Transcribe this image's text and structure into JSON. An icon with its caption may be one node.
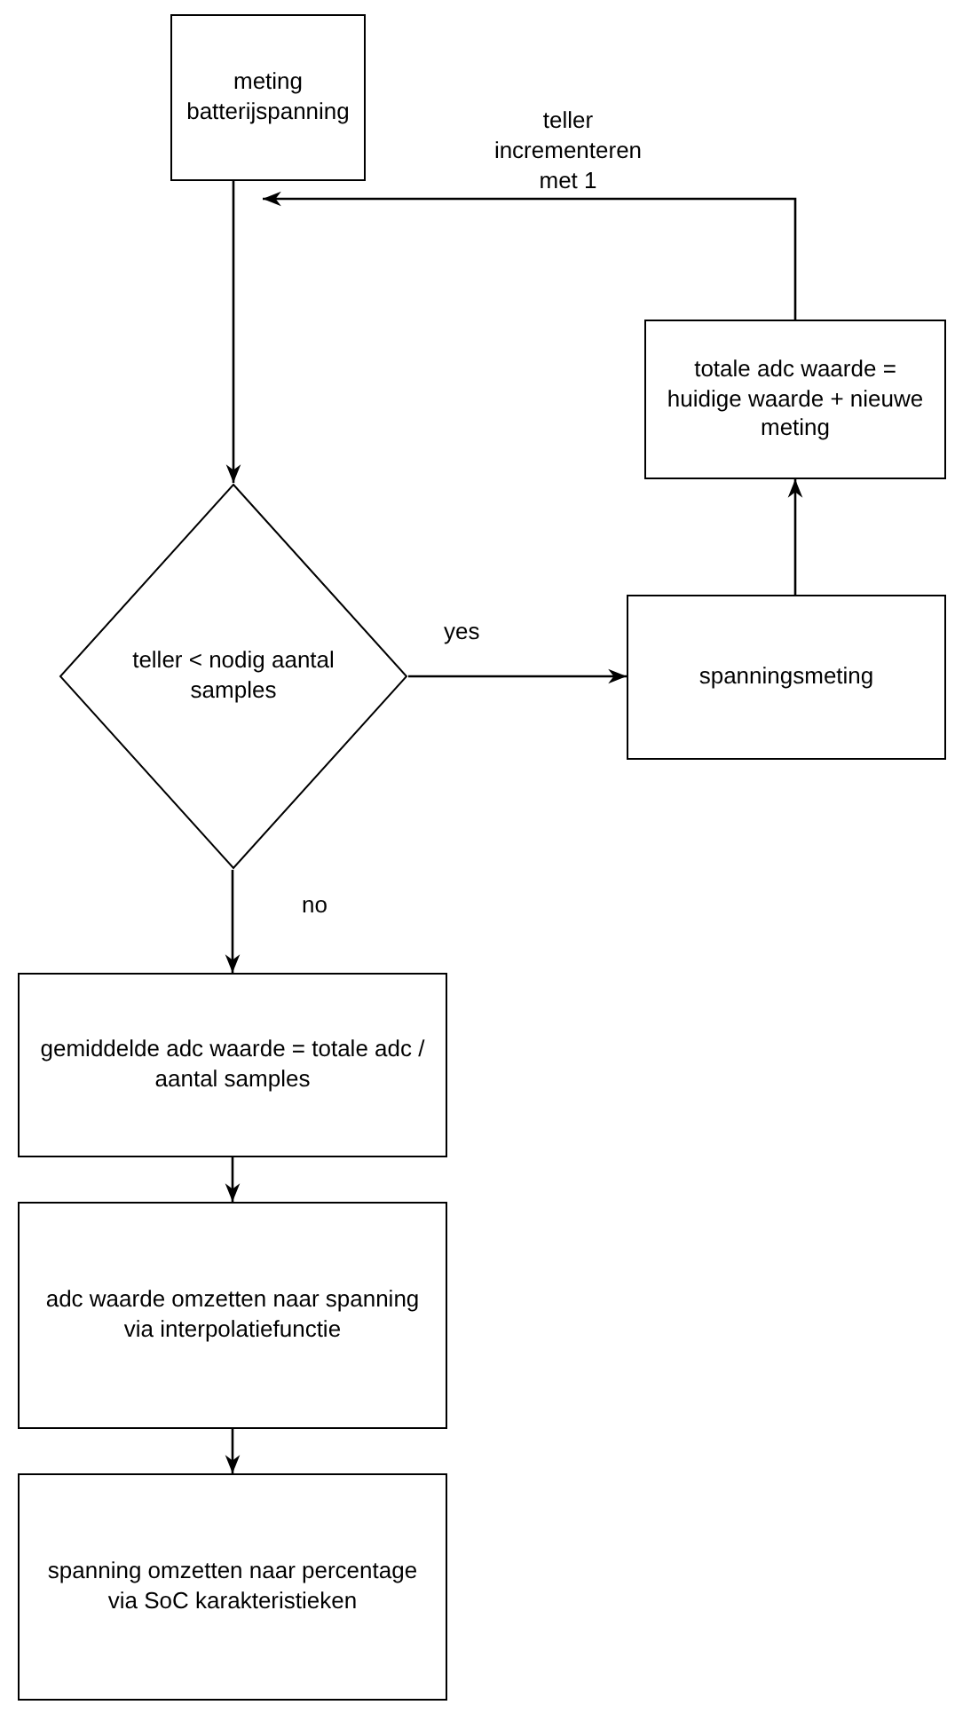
{
  "diagram": {
    "nodes": [
      {
        "text": [
          "meting batterijspanning"
        ]
      },
      {
        "text": [
          "teller < nodig aantal samples"
        ]
      },
      {
        "text": [
          "spanningsmeting"
        ]
      },
      {
        "text": [
          "totale adc waarde = huidige waarde + nieuwe meting"
        ]
      },
      {
        "text": [
          "gemiddelde adc waarde = totale adc / aantal samples"
        ]
      },
      {
        "text": [
          "adc waarde omzetten naar spanning via interpolatiefunctie"
        ]
      },
      {
        "text": [
          "spanning omzetten naar percentage via SoC karakteristieken"
        ]
      }
    ],
    "edges": [
      {
        "from": 0,
        "to": 1,
        "arrow": "to"
      },
      {
        "from": 1,
        "to": 2,
        "arrow": "to",
        "label": "yes"
      },
      {
        "from": 2,
        "to": 3,
        "arrow": "to"
      },
      {
        "from": 3,
        "to": 0,
        "arrow": "to",
        "label": "teller incrementeren met 1"
      },
      {
        "from": 1,
        "to": 4,
        "arrow": "to",
        "label": "no"
      },
      {
        "from": 4,
        "to": 5,
        "arrow": "to"
      },
      {
        "from": 5,
        "to": 6,
        "arrow": "to"
      }
    ]
  }
}
